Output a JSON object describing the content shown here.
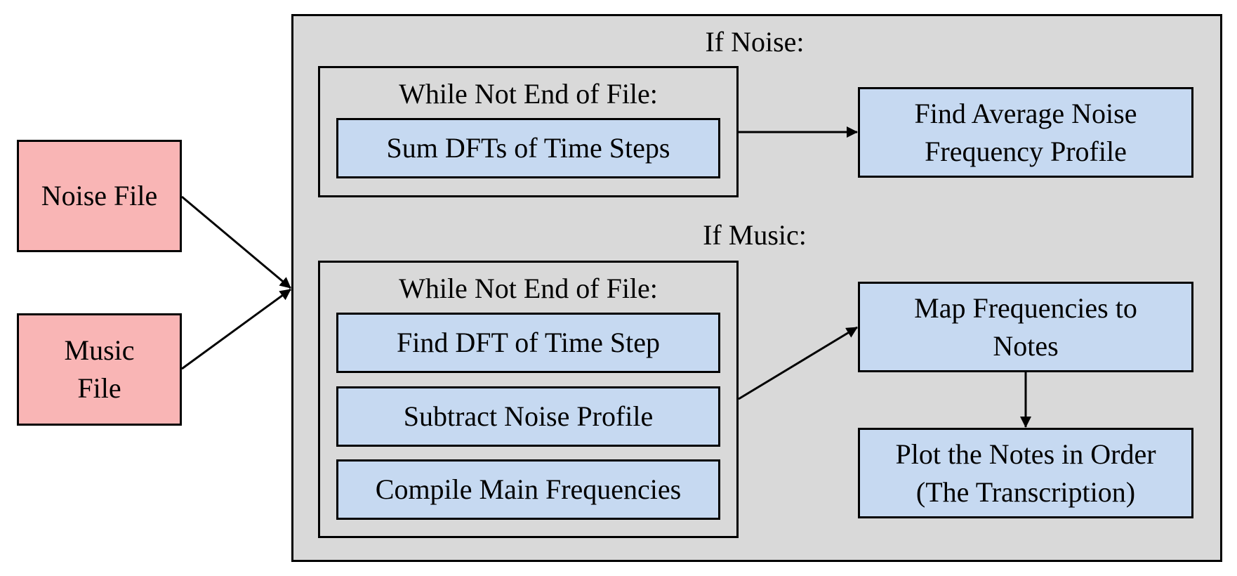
{
  "inputs": {
    "noise_file": "Noise File",
    "music_file_line1": "Music",
    "music_file_line2": "File"
  },
  "noise_section": {
    "heading": "If Noise:",
    "loop_label": "While Not End of File:",
    "step_sum": "Sum DFTs of Time Steps",
    "result_line1": "Find Average Noise",
    "result_line2": "Frequency Profile"
  },
  "music_section": {
    "heading": "If Music:",
    "loop_label": "While Not End of File:",
    "step_find": "Find DFT of Time Step",
    "step_subtract": "Subtract Noise Profile",
    "step_compile": "Compile Main Frequencies",
    "map_line1": "Map Frequencies to",
    "map_line2": "Notes",
    "plot_line1": "Plot the Notes in Order",
    "plot_line2": "(The Transcription)"
  },
  "colors": {
    "input_fill": "#f9b5b5",
    "step_fill": "#c6d9f1",
    "container_fill": "#d9d9d9"
  }
}
